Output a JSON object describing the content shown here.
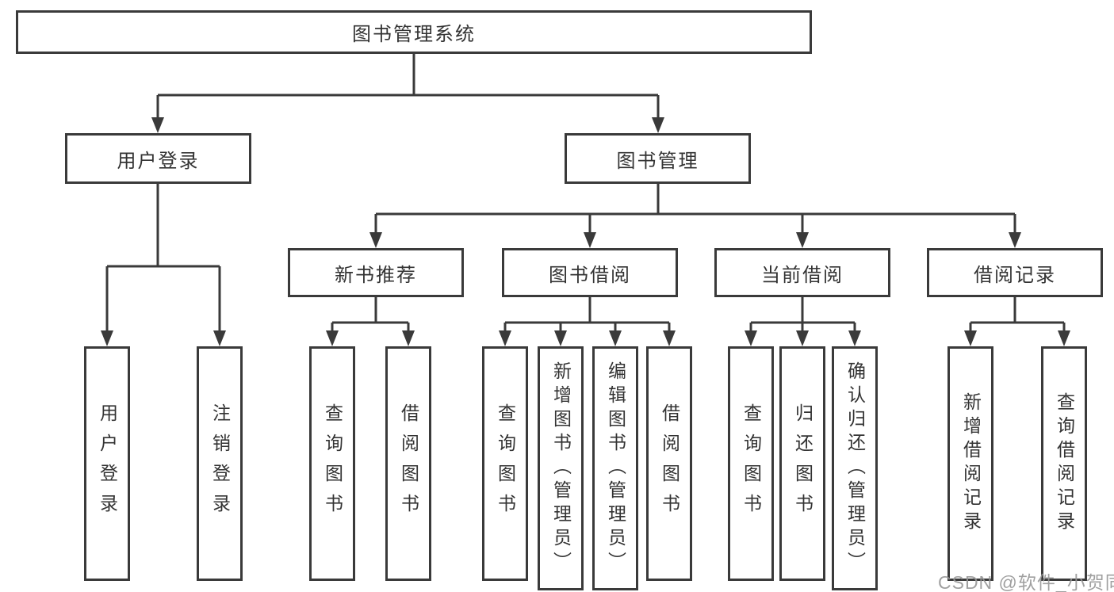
{
  "diagram": {
    "type": "hierarchy-tree",
    "colors": {
      "line": "#3a3a3a",
      "text": "#333333",
      "box_background": "#ffffff",
      "watermark": "#969696"
    }
  },
  "tree": {
    "label": "图书管理系统",
    "children": [
      {
        "label": "用户登录",
        "children": [
          {
            "label": "用户登录"
          },
          {
            "label": "注销登录"
          }
        ]
      },
      {
        "label": "图书管理",
        "children": [
          {
            "label": "新书推荐",
            "children": [
              {
                "label": "查询图书"
              },
              {
                "label": "借阅图书"
              }
            ]
          },
          {
            "label": "图书借阅",
            "children": [
              {
                "label": "查询图书"
              },
              {
                "label": "新增图书（管理员）"
              },
              {
                "label": "编辑图书（管理员）"
              },
              {
                "label": "借阅图书"
              }
            ]
          },
          {
            "label": "当前借阅",
            "children": [
              {
                "label": "查询图书"
              },
              {
                "label": "归还图书"
              },
              {
                "label": "确认归还（管理员）"
              }
            ]
          },
          {
            "label": "借阅记录",
            "children": [
              {
                "label": "新增借阅记录"
              },
              {
                "label": "查询借阅记录"
              }
            ]
          }
        ]
      }
    ]
  },
  "watermark": {
    "text": "CSDN @软件_小贺同学"
  }
}
